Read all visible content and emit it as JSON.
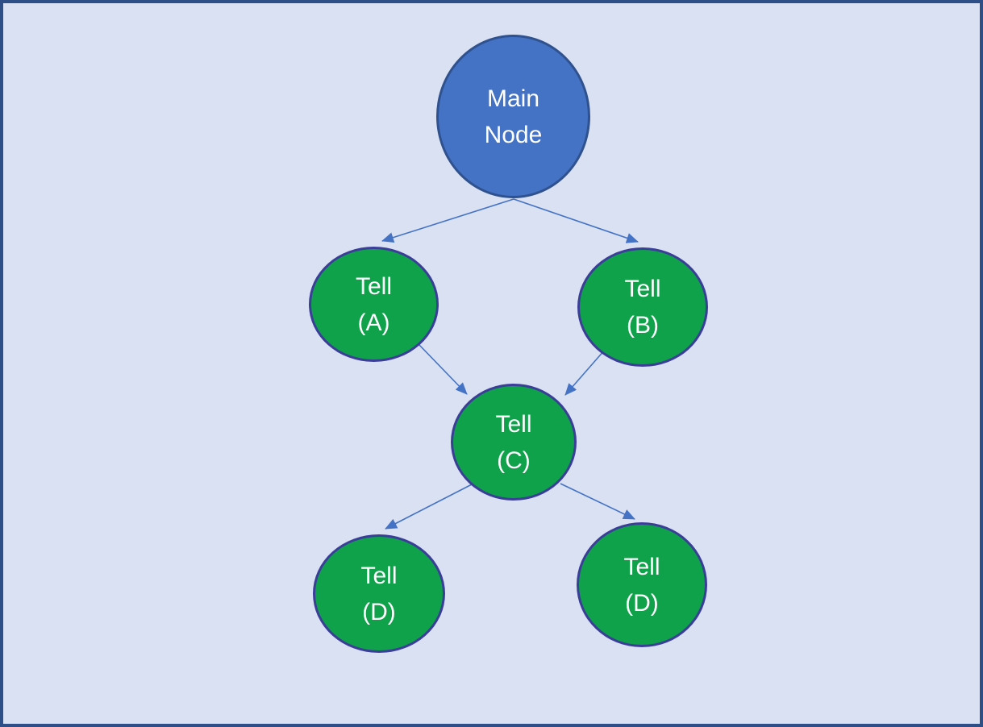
{
  "diagram": {
    "type": "tree",
    "nodes": [
      {
        "id": "main",
        "label": "Main\nNode",
        "shape": "circle",
        "fill": "#4472C4",
        "border_color": "#2F528F",
        "text_color": "#FFFFFF"
      },
      {
        "id": "tell-a",
        "label": "Tell\n(A)",
        "shape": "circle",
        "fill": "#0FA24B",
        "border_color": "#3A3E99",
        "text_color": "#FFFFFF"
      },
      {
        "id": "tell-b",
        "label": "Tell\n(B)",
        "shape": "circle",
        "fill": "#0FA24B",
        "border_color": "#3A3E99",
        "text_color": "#FFFFFF"
      },
      {
        "id": "tell-c",
        "label": "Tell\n(C)",
        "shape": "circle",
        "fill": "#0FA24B",
        "border_color": "#3A3E99",
        "text_color": "#FFFFFF"
      },
      {
        "id": "tell-d-left",
        "label": "Tell\n(D)",
        "shape": "circle",
        "fill": "#0FA24B",
        "border_color": "#3A3E99",
        "text_color": "#FFFFFF"
      },
      {
        "id": "tell-d-right",
        "label": "Tell\n(D)",
        "shape": "circle",
        "fill": "#0FA24B",
        "border_color": "#3A3E99",
        "text_color": "#FFFFFF"
      }
    ],
    "edges": [
      {
        "from": "main",
        "to": "tell-a",
        "style": "arrow"
      },
      {
        "from": "main",
        "to": "tell-b",
        "style": "arrow"
      },
      {
        "from": "tell-a",
        "to": "tell-c",
        "style": "arrow"
      },
      {
        "from": "tell-b",
        "to": "tell-c",
        "style": "arrow"
      },
      {
        "from": "tell-c",
        "to": "tell-d-left",
        "style": "arrow"
      },
      {
        "from": "tell-c",
        "to": "tell-d-right",
        "style": "arrow"
      }
    ],
    "colors": {
      "background": "#D9E1F2",
      "frame_border": "#2D4E87",
      "arrow": "#4472C4"
    }
  }
}
